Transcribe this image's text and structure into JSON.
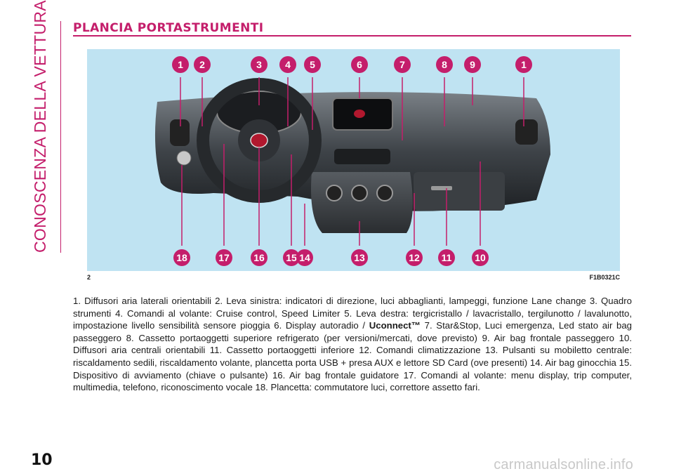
{
  "section_title": "CONOSCENZA DELLA VETTURA",
  "heading": "PLANCIA PORTASTRUMENTI",
  "figure": {
    "number": "2",
    "code": "F1B0321C",
    "callouts_top": [
      "1",
      "2",
      "3",
      "4",
      "5",
      "6",
      "7",
      "8",
      "9",
      "1"
    ],
    "callouts_bottom": [
      "18",
      "17",
      "16",
      "15",
      "14",
      "13",
      "12",
      "11",
      "10"
    ],
    "accent_color": "#c41e6b",
    "background_color": "#bfe3f2"
  },
  "caption": {
    "line1": "1. Diffusori aria laterali orientabili   2. Leva sinistra: indicatori di direzione, luci abbaglianti, lampeggi, funzione Lane change   3. Quadro strumenti   4. Comandi al volante: Cruise control, Speed Limiter   5. Leva destra: tergicristallo / lavacristallo, tergilunotto / lavalunotto, impostazione livello sensibilità sensore pioggia   6. Display autoradio / ",
    "bold": "Uconnect™",
    "line2": "   7. Star&Stop, Luci emergenza, Led stato air bag passeggero   8. Cassetto portaoggetti superiore refrigerato (per versioni/mercati, dove previsto)   9. Air bag frontale passeggero   10. Diffusori aria centrali orientabili   11. Cassetto portaoggetti inferiore   12. Comandi climatizzazione   13. Pulsanti su mobiletto centrale: riscaldamento sedili, riscaldamento volante, plancetta porta USB + presa AUX e lettore SD Card (ove presenti)   14. Air bag ginocchia   15. Dispositivo di avviamento (chiave o pulsante)   16. Air bag frontale guidatore   17. Comandi al volante: menu display, trip computer, multimedia, telefono, riconoscimento vocale   18. Plancetta: commutatore luci, correttore assetto fari."
  },
  "page_number": "10",
  "watermark": "carmanualsonline.info"
}
